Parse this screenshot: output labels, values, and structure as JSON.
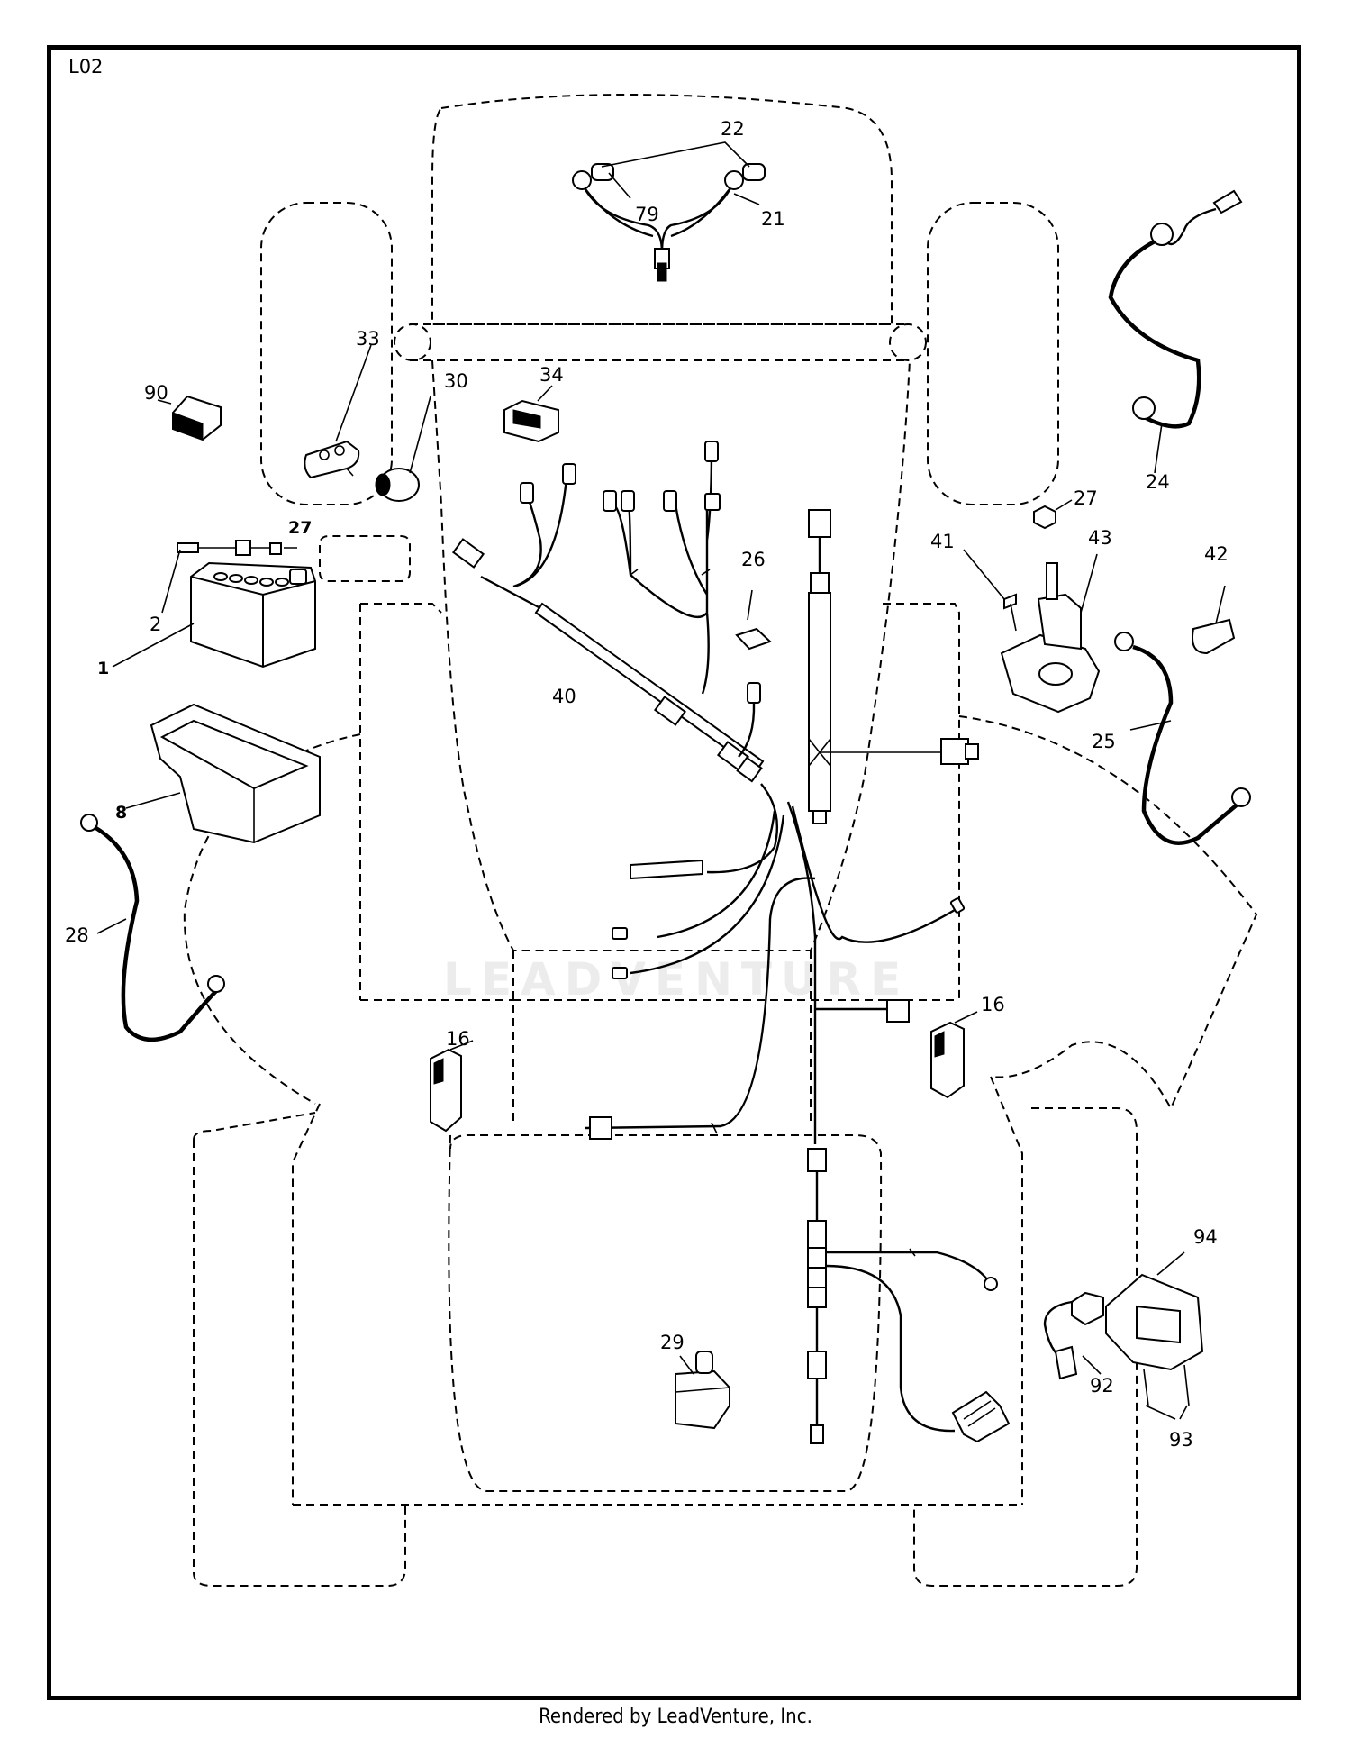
{
  "diagram": {
    "page_code": "L02",
    "watermark": "LEADVENTURE",
    "footer": "Rendered by LeadVenture, Inc."
  },
  "callouts": {
    "c1": "1",
    "c2": "2",
    "c8": "8",
    "c16a": "16",
    "c16b": "16",
    "c21": "21",
    "c22": "22",
    "c24": "24",
    "c25": "25",
    "c26": "26",
    "c27a": "27",
    "c27b": "27",
    "c28": "28",
    "c29": "29",
    "c30": "30",
    "c33": "33",
    "c34": "34",
    "c40": "40",
    "c41": "41",
    "c42": "42",
    "c43": "43",
    "c79": "79",
    "c90": "90",
    "c92": "92",
    "c93": "93",
    "c94": "94"
  }
}
